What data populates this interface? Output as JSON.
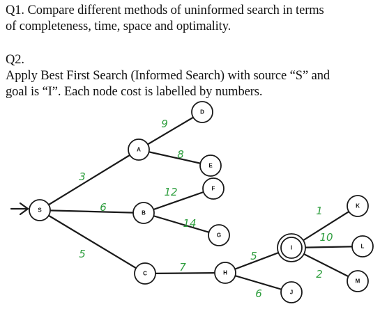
{
  "q1": {
    "line1": "Q1. Compare different methods of uninformed search in terms",
    "line2": "of completeness, time, space and optimality."
  },
  "q2": {
    "heading": "Q2.",
    "line1": "Apply Best First Search (Informed Search) with source “S” and",
    "line2": "goal is “I”. Each node cost is labelled by numbers."
  },
  "graph": {
    "source": "S",
    "goal": "I",
    "nodes": [
      {
        "id": "S",
        "label": "S"
      },
      {
        "id": "A",
        "label": "A"
      },
      {
        "id": "B",
        "label": "B"
      },
      {
        "id": "C",
        "label": "C"
      },
      {
        "id": "D",
        "label": "D"
      },
      {
        "id": "E",
        "label": "E"
      },
      {
        "id": "F",
        "label": "F"
      },
      {
        "id": "G",
        "label": "G"
      },
      {
        "id": "H",
        "label": "H"
      },
      {
        "id": "I",
        "label": "I"
      },
      {
        "id": "J",
        "label": "J"
      },
      {
        "id": "K",
        "label": "K"
      },
      {
        "id": "L",
        "label": "L"
      },
      {
        "id": "M",
        "label": "M"
      }
    ],
    "edges": [
      {
        "from": "S",
        "to": "A",
        "cost": "3"
      },
      {
        "from": "S",
        "to": "B",
        "cost": "6"
      },
      {
        "from": "S",
        "to": "C",
        "cost": "5"
      },
      {
        "from": "A",
        "to": "D",
        "cost": "9"
      },
      {
        "from": "A",
        "to": "E",
        "cost": "8"
      },
      {
        "from": "B",
        "to": "F",
        "cost": "12"
      },
      {
        "from": "B",
        "to": "G",
        "cost": "14"
      },
      {
        "from": "C",
        "to": "H",
        "cost": "7"
      },
      {
        "from": "H",
        "to": "I",
        "cost": "5"
      },
      {
        "from": "H",
        "to": "J",
        "cost": "6"
      },
      {
        "from": "I",
        "to": "K",
        "cost": "1"
      },
      {
        "from": "I",
        "to": "L",
        "cost": "10"
      },
      {
        "from": "I",
        "to": "M",
        "cost": "2"
      }
    ],
    "colors": {
      "edge": "#1a1a1a",
      "cost_label": "#2e9e3e",
      "node_fill": "#ffffff"
    }
  }
}
